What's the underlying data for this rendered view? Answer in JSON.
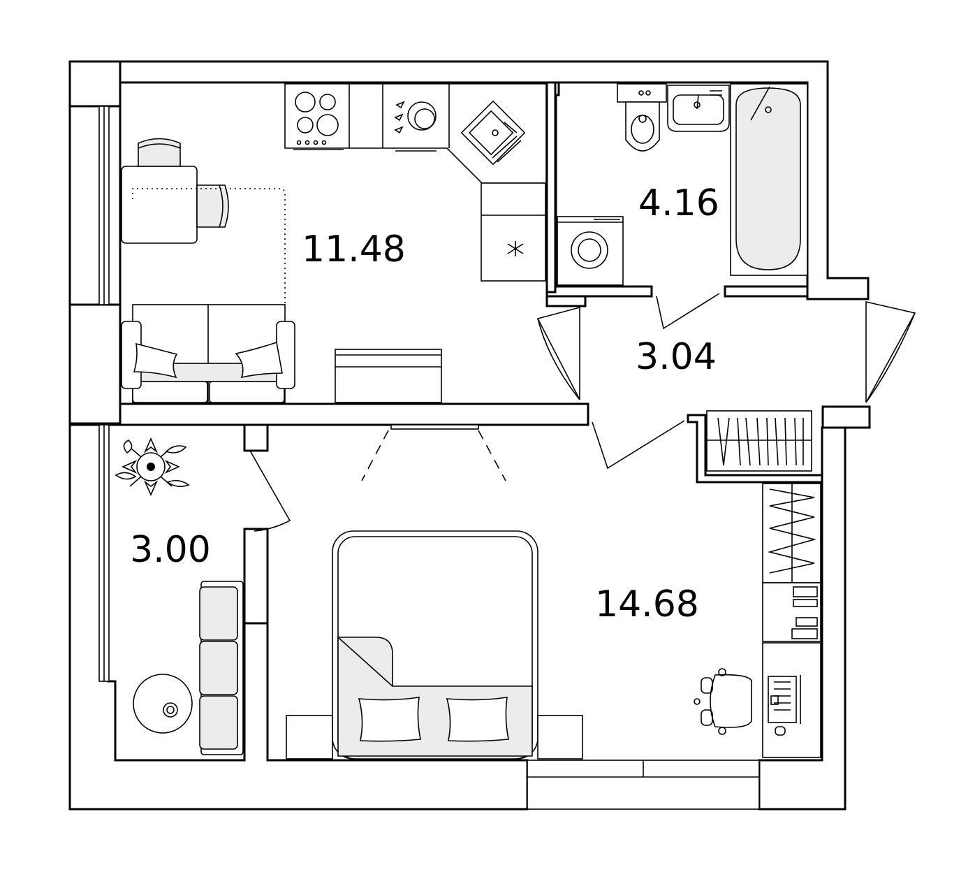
{
  "rooms": [
    {
      "id": "kitchen-living",
      "area": "11.48"
    },
    {
      "id": "bathroom",
      "area": "4.16"
    },
    {
      "id": "hallway",
      "area": "3.04"
    },
    {
      "id": "balcony",
      "area": "3.00"
    },
    {
      "id": "bedroom",
      "area": "14.68"
    }
  ],
  "colors": {
    "wall": "#000000",
    "background": "#ffffff",
    "furniture_fill": "#ececec"
  },
  "icons": [
    "stove-icon",
    "dishwasher-icon",
    "sink-icon",
    "fridge-icon",
    "toilet-icon",
    "washbasin-icon",
    "bathtub-icon",
    "washing-machine-icon",
    "sofa-icon",
    "dining-table-icon",
    "chair-icon",
    "plant-icon",
    "bed-icon",
    "desk-icon",
    "laptop-icon",
    "wardrobe-icon",
    "tv-stand-icon"
  ]
}
